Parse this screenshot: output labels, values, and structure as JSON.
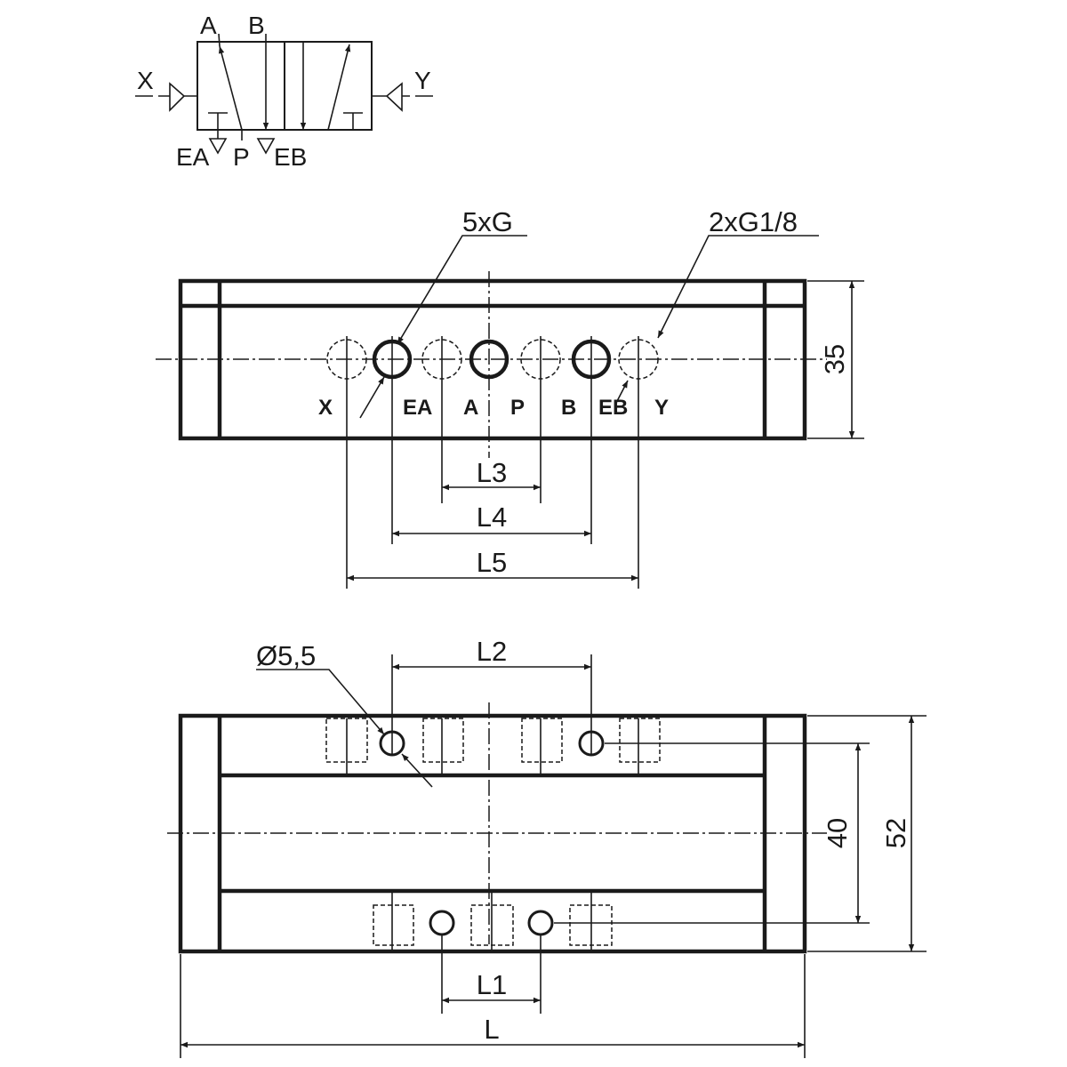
{
  "symbol": {
    "port_a": "A",
    "port_b": "B",
    "pilot_x": "X",
    "pilot_y": "Y",
    "exhaust_a": "EA",
    "supply": "P",
    "exhaust_b": "EB"
  },
  "top_view": {
    "callout_ports": "5xG",
    "callout_pilots": "2xG1/8",
    "port_labels": [
      "X",
      "EA",
      "A",
      "P",
      "B",
      "EB",
      "Y"
    ],
    "dims": {
      "height": "35",
      "l3": "L3",
      "l4": "L4",
      "l5": "L5"
    }
  },
  "bottom_view": {
    "hole_callout": "Ø5,5",
    "dims": {
      "l2": "L2",
      "l1": "L1",
      "l": "L",
      "hole_spacing": "40",
      "height": "52"
    }
  }
}
